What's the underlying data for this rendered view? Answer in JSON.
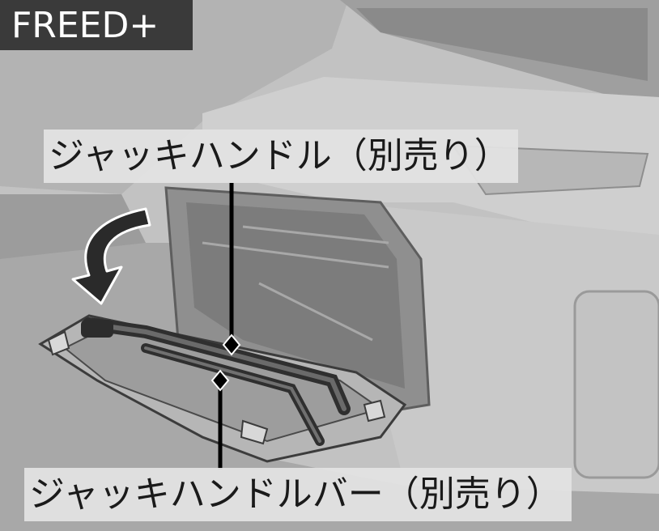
{
  "badge": {
    "text": "FREED+"
  },
  "callouts": {
    "jack_handle": "ジャッキハンドル（別売り）",
    "jack_handle_bar": "ジャッキハンドルバー（別売り）"
  },
  "icons": [
    "rotation-arrow-icon",
    "callout-diamond-icon"
  ],
  "colors": {
    "badge_bg": "#3a3a3a",
    "badge_text": "#ffffff",
    "label_bg": "#e2e2e2",
    "ink": "#1a1a1a"
  }
}
